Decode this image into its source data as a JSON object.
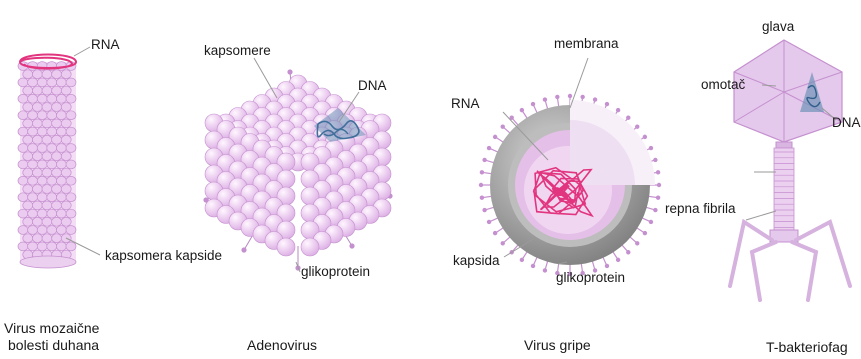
{
  "viruses": {
    "tmv": {
      "caption_line1": "Virus mozaične",
      "caption_line2": "bolesti duhana",
      "labels": {
        "rna": "RNA",
        "capsomere": "kapsomera kapside"
      }
    },
    "adeno": {
      "caption": "Adenovirus",
      "labels": {
        "capsomere": "kapsomere",
        "dna": "DNA",
        "glycoprotein": "glikoprotein"
      }
    },
    "flu": {
      "caption": "Virus gripe",
      "labels": {
        "membrane": "membrana",
        "rna": "RNA",
        "capsid": "kapsida",
        "glycoprotein": "glikoprotein"
      }
    },
    "phage": {
      "caption": "T-bakteriofag",
      "labels": {
        "head": "glava",
        "envelope": "omotač",
        "dna": "DNA",
        "tail_fiber": "repna fibrila"
      }
    }
  },
  "colors": {
    "capsomere_fill": "#eccbf0",
    "capsomere_stroke": "#c590cf",
    "nucleic_pink": "#e2357f",
    "dna_blue": "#3f6f9a",
    "membrane_gray": "#9b9b9b",
    "leader_line": "#9a9a9a"
  }
}
